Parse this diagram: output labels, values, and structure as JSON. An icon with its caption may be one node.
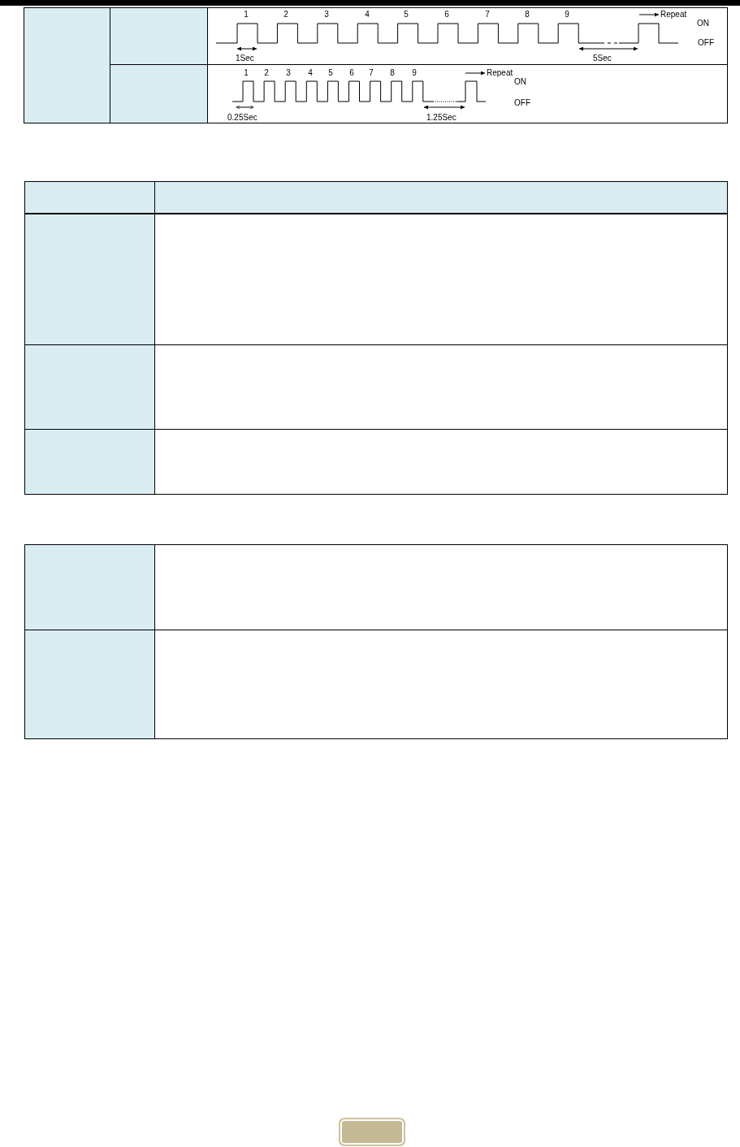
{
  "diagram": {
    "labels": [
      "1",
      "2",
      "3",
      "4",
      "5",
      "6",
      "7",
      "8",
      "9",
      "Repeat",
      "ON",
      "OFF",
      "1Sec",
      "5Sec",
      "1",
      "2",
      "3",
      "4",
      "5",
      "6",
      "7",
      "8",
      "9",
      "Repeat",
      "ON",
      "OFF",
      "0.25Sec",
      "1.25Sec"
    ]
  }
}
